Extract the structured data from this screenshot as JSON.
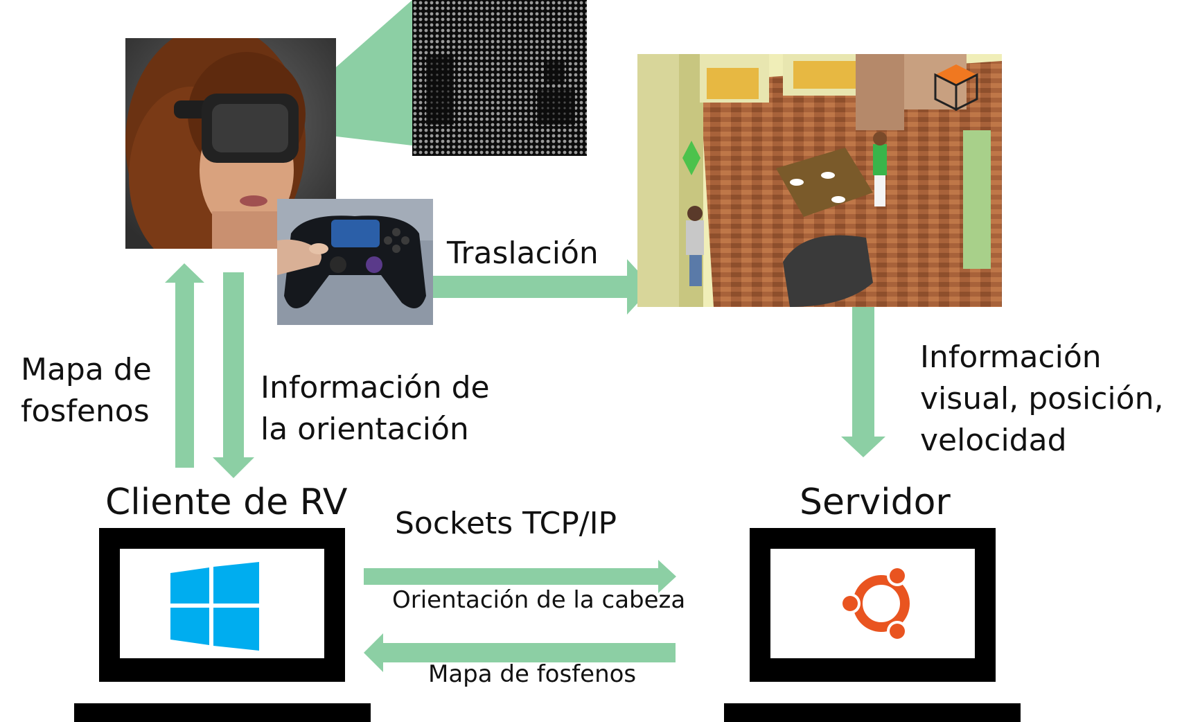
{
  "labels": {
    "translation": "Traslación",
    "phosphene_map_left": "Mapa de fosfenos",
    "orientation_info": "Información de la orientación",
    "vr_client": "Cliente de RV",
    "server": "Servidor",
    "server_info": "Información visual, posición, velocidad",
    "sockets": "Sockets TCP/IP",
    "head_orientation": "Orientación de la cabeza",
    "phosphene_map_bottom": "Mapa de fosfenos"
  },
  "colors": {
    "arrow": "#8ccfa4",
    "windows_logo": "#00adef",
    "ubuntu_logo": "#e95420",
    "monitor_frame": "#000000"
  },
  "icons": {
    "client_os": "windows-logo-icon",
    "server_os": "ubuntu-logo-icon"
  }
}
